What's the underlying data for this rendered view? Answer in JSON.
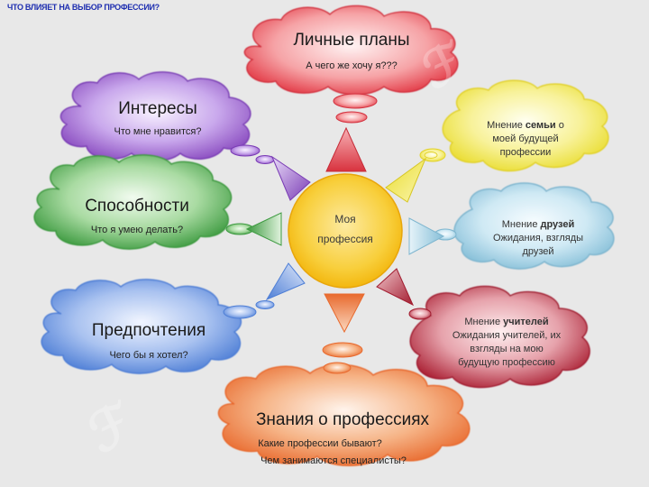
{
  "heading": "ЧТО ВЛИЯЕТ НА ВЫБОР ПРОФЕССИИ?",
  "center": {
    "line1": "Моя",
    "line2": "профессия"
  },
  "clouds": {
    "personal_plans": {
      "title": "Личные планы",
      "subtitle": "А чего же хочу я???"
    },
    "interests": {
      "title": "Интересы",
      "subtitle": "Что мне нравится?"
    },
    "abilities": {
      "title": "Способности",
      "subtitle": "Что я умею делать?"
    },
    "preferences": {
      "title": "Предпочтения",
      "subtitle": "Чего бы я хотел?"
    },
    "knowledge": {
      "title": "Знания о профессиях",
      "line1": "Какие профессии бывают?",
      "line2": "Чем занимаются специалисты?"
    },
    "family": {
      "line1a": "Мнение ",
      "line1b": "семьи",
      "line1c": " о",
      "line2": "моей будущей",
      "line3": "профессии"
    },
    "friends": {
      "line1a": "Мнение ",
      "line1b": "друзей",
      "line2": "Ожидания, взгляды",
      "line3": "друзей"
    },
    "teachers": {
      "line1a": "Мнение ",
      "line1b": "учителей",
      "line2": "Ожидания учителей, их",
      "line3": "взгляды на мою",
      "line4": "будущую профессию"
    }
  },
  "colors": {
    "red": "#e8404a",
    "yellow": "#f4e84a",
    "blue_light": "#a8d8ea",
    "maroon": "#b32438",
    "orange": "#ee7a3e",
    "blue": "#5f8fdf",
    "green": "#4aa84a",
    "purple": "#8a4cc0",
    "center": "#f7c41a"
  }
}
